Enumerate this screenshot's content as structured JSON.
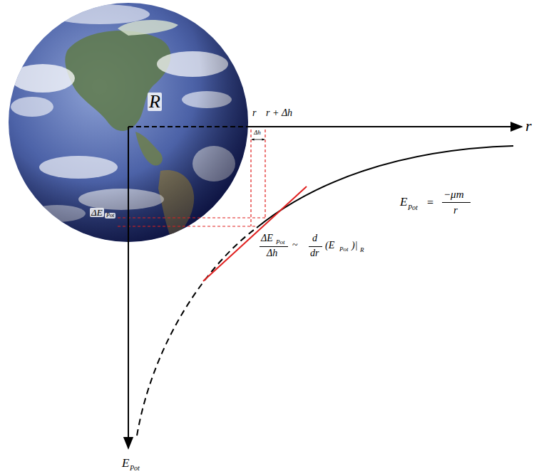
{
  "diagram": {
    "labels": [
      "R",
      "r",
      "r + Δh",
      "Δh",
      "r",
      "E",
      "Pot",
      "=",
      "−μm",
      "r",
      "ΔE",
      "Pot",
      "ΔE",
      "Pot",
      "Δh",
      "~",
      "d",
      "dr",
      "(E",
      "Pot",
      ")|",
      "R",
      "E",
      "Pot"
    ]
  }
}
